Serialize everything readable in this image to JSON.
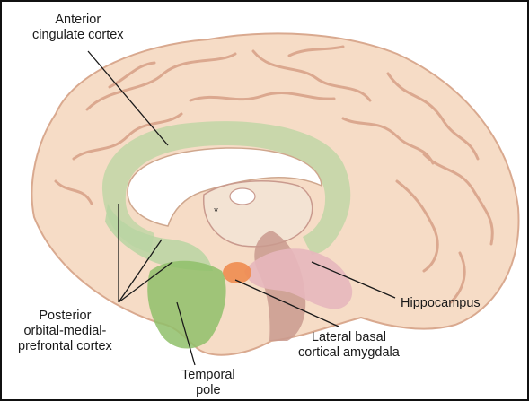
{
  "labels": {
    "anterior_cingulate": {
      "line1": "Anterior",
      "line2": "cingulate cortex"
    },
    "posterior_ompfc": {
      "line1": "Posterior",
      "line2": "orbital-medial-",
      "line3": "prefrontal cortex"
    },
    "temporal_pole": {
      "line1": "Temporal",
      "line2": "pole"
    },
    "hippocampus": {
      "line1": "Hippocampus"
    },
    "amygdala": {
      "line1": "Lateral basal",
      "line2": "cortical amygdala"
    }
  },
  "colors": {
    "brain": "#f6dcc6",
    "sulcus": "#dba88f",
    "limbic_green": "#b9d5a2",
    "pole_green": "#8fbf6a",
    "hippocampus_pink": "#e7b7bd",
    "amygdala_orange": "#f08c4f",
    "brainstem": "#c99a8e",
    "leader_line": "#1a1a1a"
  }
}
